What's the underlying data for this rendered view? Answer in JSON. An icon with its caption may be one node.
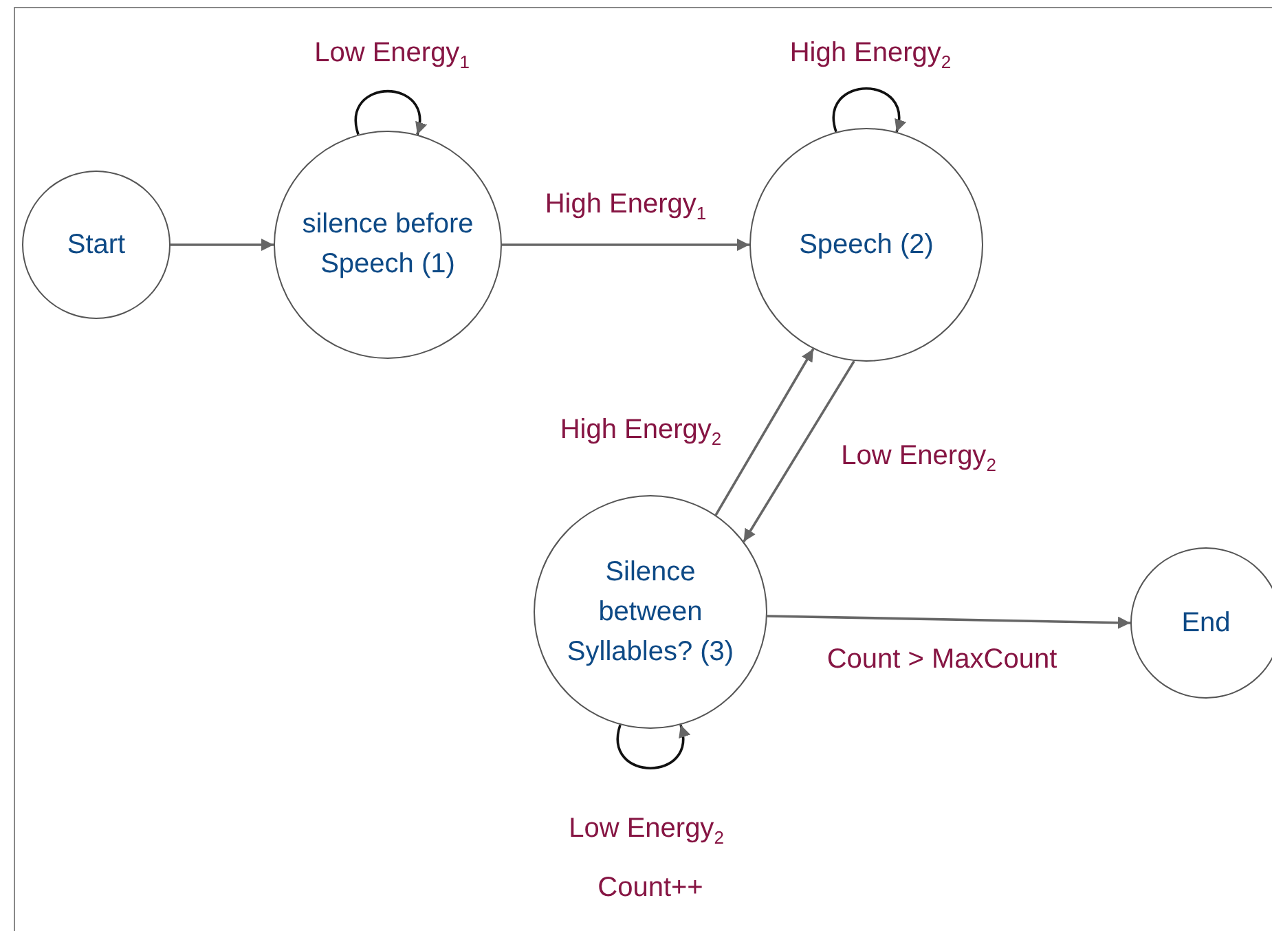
{
  "diagram": {
    "nodes": [
      {
        "text": [
          "Start"
        ]
      },
      {
        "text": [
          "silence before Speech (1)"
        ]
      },
      {
        "text": [
          "Speech (2)"
        ]
      },
      {
        "text": [
          "Silence between Syllables? (3)"
        ]
      },
      {
        "text": [
          "End"
        ]
      }
    ],
    "edges": [
      {
        "from": 0,
        "to": 1,
        "arrow": "to"
      },
      {
        "from": 1,
        "to": 2,
        "arrow": "to",
        "label": "High Energy$_{1}$"
      },
      {
        "from": 2,
        "to": 3,
        "arrow": "to",
        "label": "Low Energy$_{2}$"
      },
      {
        "from": 3,
        "to": 2,
        "arrow": "to",
        "label": "High Energy$_{2}$"
      },
      {
        "from": 3,
        "to": 4,
        "arrow": "to",
        "label": "Count > MaxCount"
      },
      {
        "from": 1,
        "to": 1,
        "arrow": "to",
        "label": "Low Energy$_{1}$"
      },
      {
        "from": 2,
        "to": 2,
        "arrow": "to",
        "label": "High Energy$_{2}$"
      },
      {
        "from": 3,
        "to": 3,
        "arrow": "to",
        "label": "Low Energy$_{2}$"
      }
    ],
    "labels": [
      "Count++"
    ]
  }
}
